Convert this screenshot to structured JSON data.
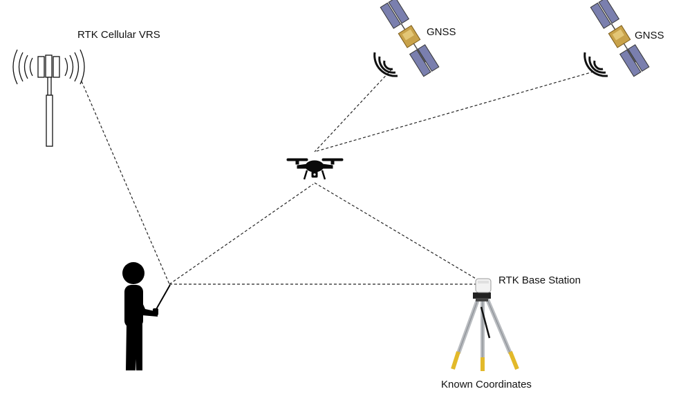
{
  "labels": {
    "cellular": "RTK Cellular VRS",
    "gnss_1": "GNSS",
    "gnss_2": "GNSS",
    "base_station": "RTK Base Station",
    "known_coordinates": "Known Coordinates"
  },
  "colors": {
    "line": "#222222",
    "ink": "#0a0a0a",
    "panel": "#7a7fae",
    "gold": "#c8a24a",
    "tripod_leg": "#b9bcc0",
    "tripod_foot": "#e2b92a"
  },
  "icons": [
    "cell-tower-icon",
    "satellite-icon",
    "satellite-icon",
    "drone-icon",
    "operator-icon",
    "tripod-icon",
    "base-receiver-icon"
  ]
}
